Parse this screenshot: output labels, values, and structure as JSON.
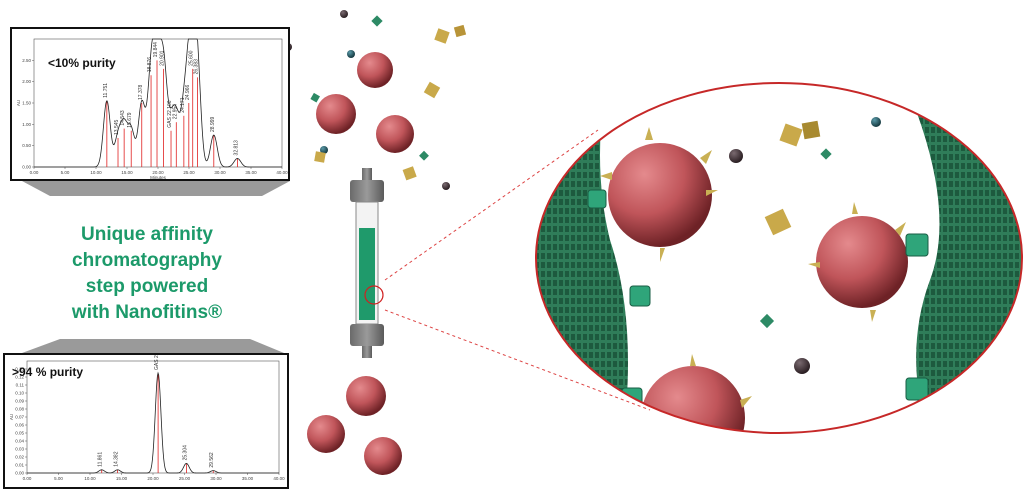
{
  "tagline": {
    "lines": [
      "Unique affinity",
      "chromatography",
      "step powered",
      "with Nanofitins®"
    ]
  },
  "colors": {
    "tagline": "#1c9a6a",
    "resin_green": "#2d7a57",
    "sphere_red": "#c0555a",
    "cube_gold": "#c9a94a",
    "peak_red": "#e02020"
  },
  "chart_data": [
    {
      "type": "line",
      "title": "<10% purity",
      "xlabel": "Minutes",
      "ylabel": "AU",
      "xlim": [
        0,
        40
      ],
      "ylim": [
        0,
        3.0
      ],
      "x_ticks": [
        "0.00",
        "5.00",
        "10.00",
        "15.00",
        "20.00",
        "25.00",
        "30.00",
        "35.00",
        "40.00"
      ],
      "y_ticks": [
        "0.00",
        "0.50",
        "1.00",
        "1.50",
        "2.00",
        "2.50"
      ],
      "peaks": [
        {
          "label": "11.751",
          "x": 11.75,
          "y": 1.55
        },
        {
          "label": "13.545",
          "x": 13.55,
          "y": 0.68
        },
        {
          "label": "14.543",
          "x": 14.54,
          "y": 0.9
        },
        {
          "label": "15.679",
          "x": 15.68,
          "y": 0.85
        },
        {
          "label": "17.378",
          "x": 17.38,
          "y": 1.5
        },
        {
          "label": "18.876",
          "x": 18.88,
          "y": 2.15
        },
        {
          "label": "19.844",
          "x": 19.84,
          "y": 2.5
        },
        {
          "label": "20.901",
          "x": 20.9,
          "y": 2.3
        },
        {
          "label": "GAS 22.106",
          "x": 22.1,
          "y": 0.85
        },
        {
          "label": "22.954",
          "x": 22.95,
          "y": 1.05
        },
        {
          "label": "24.171",
          "x": 24.17,
          "y": 1.2
        },
        {
          "label": "24.966",
          "x": 24.97,
          "y": 1.5
        },
        {
          "label": "25.600",
          "x": 25.6,
          "y": 2.3
        },
        {
          "label": "26.383",
          "x": 26.38,
          "y": 2.1
        },
        {
          "label": "28.999",
          "x": 29.0,
          "y": 0.75
        },
        {
          "label": "32.813",
          "x": 32.81,
          "y": 0.2
        }
      ]
    },
    {
      "type": "line",
      "title": ">94 % purity",
      "xlabel": "",
      "ylabel": "AU",
      "xlim": [
        0,
        40
      ],
      "ylim": [
        0,
        0.14
      ],
      "x_ticks": [
        "0.00",
        "5.00",
        "10.00",
        "15.00",
        "20.00",
        "25.00",
        "30.00",
        "35.00",
        "40.00"
      ],
      "y_ticks": [
        "0.00",
        "0.01",
        "0.02",
        "0.03",
        "0.04",
        "0.05",
        "0.06",
        "0.07",
        "0.08",
        "0.09",
        "0.10",
        "0.11",
        "0.12",
        "0.13"
      ],
      "peaks": [
        {
          "label": "11.861",
          "x": 11.86,
          "y": 0.004
        },
        {
          "label": "14.382",
          "x": 14.38,
          "y": 0.004
        },
        {
          "label": "GAS 20.811",
          "x": 20.81,
          "y": 0.125
        },
        {
          "label": "25.304",
          "x": 25.3,
          "y": 0.012
        },
        {
          "label": "29.562",
          "x": 29.56,
          "y": 0.003
        }
      ]
    }
  ]
}
